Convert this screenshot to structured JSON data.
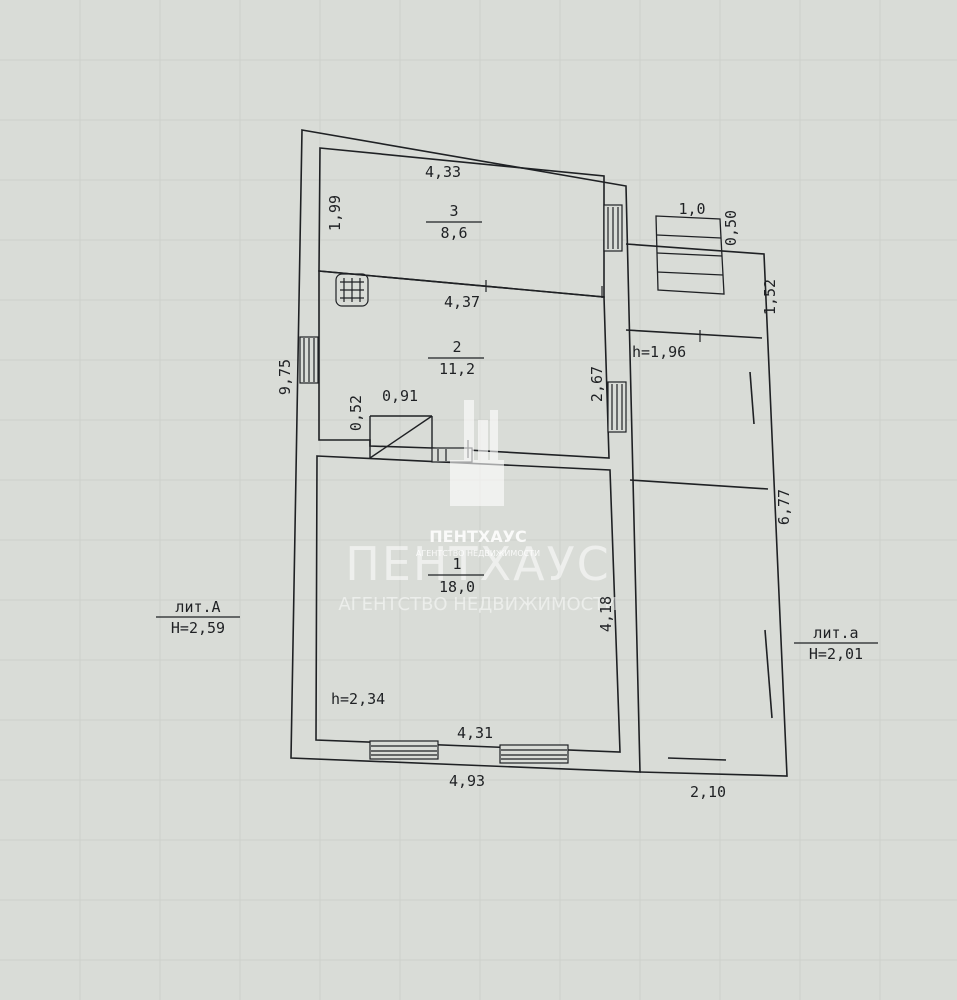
{
  "plan": {
    "rooms": [
      {
        "number": "3",
        "area": "8,6"
      },
      {
        "number": "2",
        "area": "11,2"
      },
      {
        "number": "1",
        "area": "18,0"
      }
    ],
    "dimensions": {
      "top_width": "4,33",
      "room3_height": "1,99",
      "room2_width": "4,37",
      "overall_length": "9,75",
      "room2_height": "2,67",
      "niche_height": "0,52",
      "niche_width": "0,91",
      "room1_height": "4,18",
      "room1_width": "4,31",
      "overall_width": "4,93",
      "extension_length": "6,77",
      "extension_width": "2,10",
      "porch_depth": "1,52",
      "stair_width": "1,0",
      "stair_depth": "0,50"
    },
    "heights": {
      "room1": "h=2,34",
      "extension": "h=1,96"
    },
    "legend": {
      "main": {
        "name": "лит.А",
        "height": "Н=2,59"
      },
      "annex": {
        "name": "лит.а",
        "height": "Н=2,01"
      }
    }
  },
  "watermark": {
    "brand": "ПЕНТХАУС",
    "subtitle": "АГЕНТСТВО НЕДВИЖИМОСТИ"
  },
  "colors": {
    "paper": "#d9dcd7",
    "ink": "#1f2124",
    "watermark": "#ffffff"
  }
}
